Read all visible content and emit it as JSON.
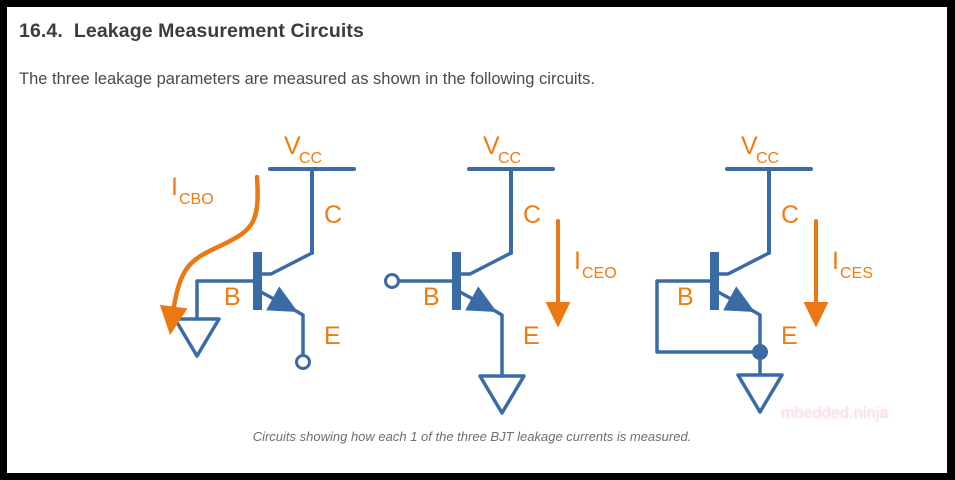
{
  "page": {
    "heading": "16.4.  Leakage Measurement Circuits",
    "intro": "The three leakage parameters are measured as shown in the following circuits.",
    "caption": "Circuits showing how each 1 of the three BJT leakage currents is measured.",
    "watermark": "mbedded.ninja"
  },
  "colors": {
    "wire_blue": "#3a6ba5",
    "label_orange": "#ee7d11",
    "heading_gray": "#3c3c3c",
    "body_gray": "#4a4a4a",
    "caption_gray": "#6e6e6e",
    "watermark_pink": "#fadfe3",
    "frame_black": "#000000",
    "page_white": "#ffffff"
  },
  "circuits": [
    {
      "id": "icbo-circuit",
      "supply_label": "V",
      "supply_sub": "CC",
      "collector_label": "C",
      "base_label": "B",
      "emitter_label": "E",
      "current_label": "I",
      "current_sub": "CBO",
      "current_arrow_style": "curved",
      "base_termination": "ground",
      "emitter_termination": "open-terminal",
      "description": "I_CBO measured with emitter open and base grounded"
    },
    {
      "id": "iceo-circuit",
      "supply_label": "V",
      "supply_sub": "CC",
      "collector_label": "C",
      "base_label": "B",
      "emitter_label": "E",
      "current_label": "I",
      "current_sub": "CEO",
      "current_arrow_style": "straight",
      "base_termination": "open-terminal",
      "emitter_termination": "ground",
      "description": "I_CEO measured with base open and emitter grounded"
    },
    {
      "id": "ices-circuit",
      "supply_label": "V",
      "supply_sub": "CC",
      "collector_label": "C",
      "base_label": "B",
      "emitter_label": "E",
      "current_label": "I",
      "current_sub": "CES",
      "current_arrow_style": "straight",
      "base_termination": "shorted-to-emitter",
      "emitter_termination": "ground",
      "description": "I_CES measured with base shorted to emitter, both grounded"
    }
  ]
}
